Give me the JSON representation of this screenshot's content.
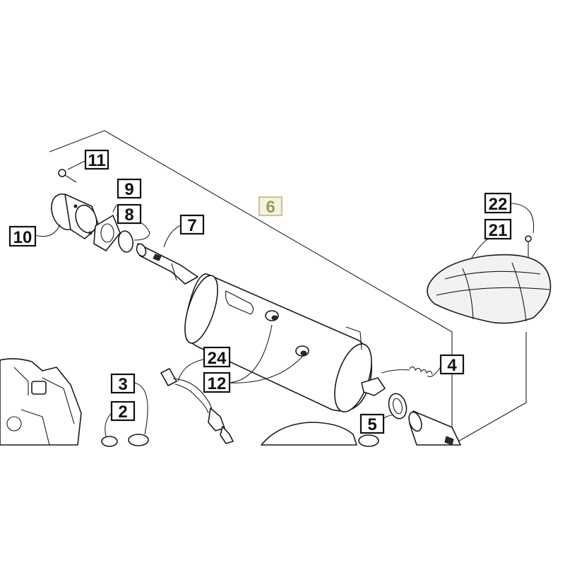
{
  "diagram": {
    "callouts": [
      {
        "id": "11",
        "label": "11"
      },
      {
        "id": "9",
        "label": "9"
      },
      {
        "id": "8",
        "label": "8"
      },
      {
        "id": "10",
        "label": "10"
      },
      {
        "id": "7",
        "label": "7"
      },
      {
        "id": "6",
        "label": "6"
      },
      {
        "id": "22",
        "label": "22"
      },
      {
        "id": "21",
        "label": "21"
      },
      {
        "id": "24",
        "label": "24"
      },
      {
        "id": "12",
        "label": "12"
      },
      {
        "id": "4",
        "label": "4"
      },
      {
        "id": "3",
        "label": "3"
      },
      {
        "id": "2",
        "label": "2"
      },
      {
        "id": "5",
        "label": "5"
      }
    ],
    "colors": {
      "line": "#1a1a1a",
      "background": "#ffffff",
      "highlight_callout": "#9a9a5a"
    }
  }
}
